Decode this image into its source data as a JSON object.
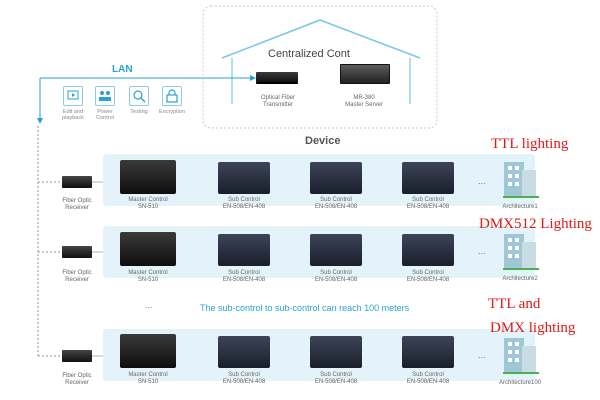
{
  "top": {
    "centralized": "Centralized Cont",
    "lan": "LAN",
    "optical_tx": [
      "Optical Fiber",
      "Transmitter"
    ],
    "server": [
      "MR-380",
      "Master Server"
    ],
    "device": "Device",
    "features": [
      {
        "label": [
          "Edit and",
          "playback"
        ],
        "icon": "play-icon"
      },
      {
        "label": [
          "Power",
          "Control"
        ],
        "icon": "users-icon"
      },
      {
        "label": [
          "Testing"
        ],
        "icon": "search-icon"
      },
      {
        "label": [
          "Encryption"
        ],
        "icon": "lock-icon"
      }
    ]
  },
  "rows": [
    {
      "receiver": [
        "Fiber Optic",
        "Receiver"
      ],
      "master": [
        "Master Control",
        "SN-510"
      ],
      "subs": [
        [
          "Sub Control",
          "EN-508/EN-408"
        ],
        [
          "Sub Control",
          "EN-508/EN-408"
        ],
        [
          "Sub Control",
          "EN-508/EN-408"
        ]
      ],
      "arch": "Architecture1",
      "lighting": "TTL lighting"
    },
    {
      "receiver": [
        "Fiber Optic",
        "Receiver"
      ],
      "master": [
        "Master Control",
        "SN-510"
      ],
      "subs": [
        [
          "Sub Control",
          "EN-508/EN-408"
        ],
        [
          "Sub Control",
          "EN-508/EN-408"
        ],
        [
          "Sub Control",
          "EN-508/EN-408"
        ]
      ],
      "arch": "Architecture2",
      "lighting": "DMX512 Lighting"
    },
    {
      "receiver": [
        "Fiber Optic",
        "Receiver"
      ],
      "master": [
        "Master Control",
        "SN-510"
      ],
      "subs": [
        [
          "Sub Control",
          "EN-508/EN-408"
        ],
        [
          "Sub Control",
          "EN-508/EN-408"
        ],
        [
          "Sub Control",
          "EN-508/EN-408"
        ]
      ],
      "arch": "Architecture100",
      "lighting": [
        "TTL and",
        "DMX lighting"
      ]
    }
  ],
  "ellipsis": "...",
  "distance_note": "The sub-control to sub-control can reach 100 meters",
  "colors": {
    "accent": "#29a3d1",
    "band": "#e4f3f9",
    "red": "#e01818"
  }
}
